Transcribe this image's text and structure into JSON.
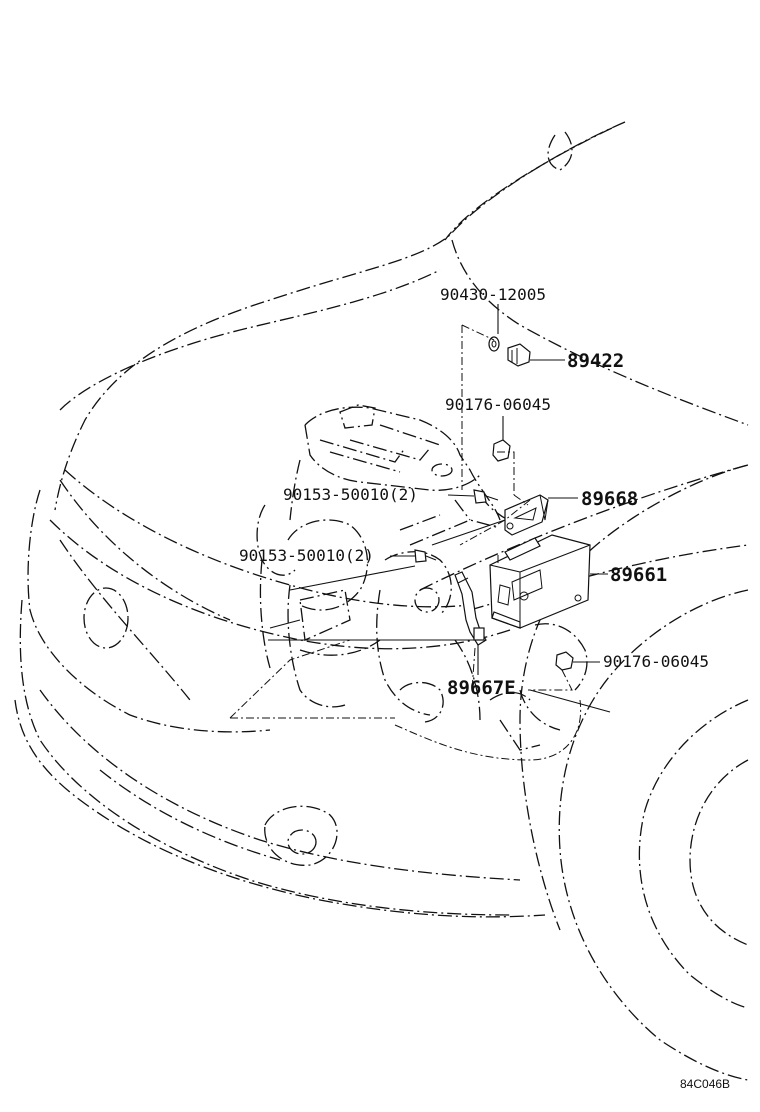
{
  "parts": {
    "p_90430_12005": "90430-12005",
    "p_89422": "89422",
    "p_90176_06045_top": "90176-06045",
    "p_90153_50010_a": "90153-50010(2)",
    "p_89668": "89668",
    "p_90153_50010_b": "90153-50010(2)",
    "p_89661": "89661",
    "p_90176_06045_bottom": "90176-06045",
    "p_89667E": "89667E"
  },
  "illustration_code": "84C046B"
}
